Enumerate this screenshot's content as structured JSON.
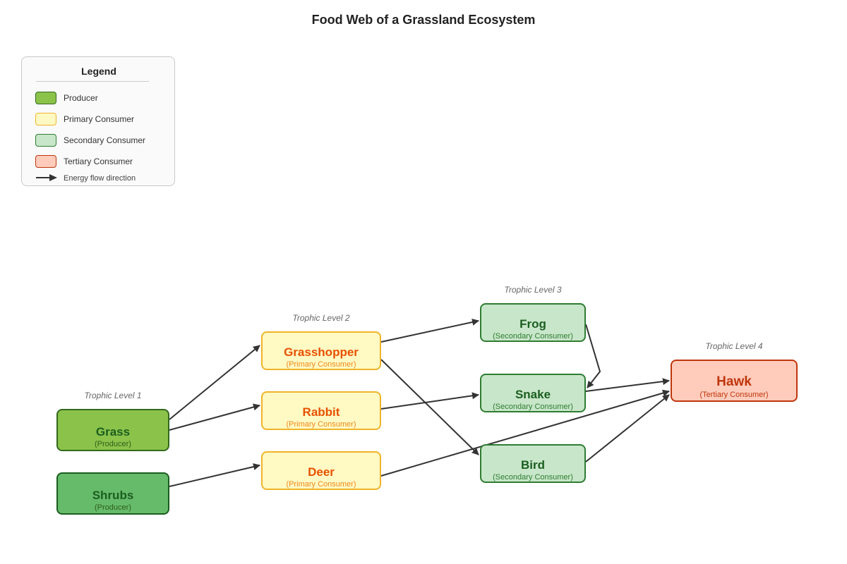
{
  "title": "Food Web of a Grassland Ecosystem",
  "legend": {
    "title": "Legend",
    "items": [
      {
        "label": "Producer",
        "fill": "#8bc34a",
        "stroke": "#33691e"
      },
      {
        "label": "Primary Consumer",
        "fill": "#fff9c4",
        "stroke": "#f0b429"
      },
      {
        "label": "Secondary Consumer",
        "fill": "#c8e6c9",
        "stroke": "#2e7d32"
      },
      {
        "label": "Tertiary Consumer",
        "fill": "#ffccbc",
        "stroke": "#bf360c"
      }
    ],
    "arrow_label": "Energy flow direction"
  },
  "levels": [
    "Trophic Level 1",
    "Trophic Level 2",
    "Trophic Level 3",
    "Trophic Level 4"
  ],
  "nodes": {
    "grass": {
      "name": "Grass",
      "role": "(Producer)",
      "fill": "#8bc34a",
      "stroke": "#33691e",
      "text": "#1b5e20",
      "role_text": "#2e5d1a"
    },
    "shrubs": {
      "name": "Shrubs",
      "role": "(Producer)",
      "fill": "#66bb6a",
      "stroke": "#1b5e20",
      "text": "#1b5e20",
      "role_text": "#2e5d1a"
    },
    "grasshopper": {
      "name": "Grasshopper",
      "role": "(Primary Consumer)",
      "fill": "#fff9c4",
      "stroke": "#f0b429",
      "text": "#e65100",
      "role_text": "#ef8a1a"
    },
    "rabbit": {
      "name": "Rabbit",
      "role": "(Primary Consumer)",
      "fill": "#fff9c4",
      "stroke": "#f0b429",
      "text": "#e65100",
      "role_text": "#ef8a1a"
    },
    "deer": {
      "name": "Deer",
      "role": "(Primary Consumer)",
      "fill": "#fff9c4",
      "stroke": "#f0b429",
      "text": "#e65100",
      "role_text": "#ef8a1a"
    },
    "frog": {
      "name": "Frog",
      "role": "(Secondary Consumer)",
      "fill": "#c8e6c9",
      "stroke": "#2e7d32",
      "text": "#1b5e20",
      "role_text": "#2e7d32"
    },
    "snake": {
      "name": "Snake",
      "role": "(Secondary Consumer)",
      "fill": "#c8e6c9",
      "stroke": "#2e7d32",
      "text": "#1b5e20",
      "role_text": "#2e7d32"
    },
    "bird": {
      "name": "Bird",
      "role": "(Secondary Consumer)",
      "fill": "#c8e6c9",
      "stroke": "#2e7d32",
      "text": "#1b5e20",
      "role_text": "#2e7d32"
    },
    "hawk": {
      "name": "Hawk",
      "role": "(Tertiary Consumer)",
      "fill": "#ffccbc",
      "stroke": "#bf360c",
      "text": "#bf360c",
      "role_text": "#bf360c"
    }
  },
  "edges": [
    {
      "from": "grass",
      "to": "grasshopper"
    },
    {
      "from": "grass",
      "to": "rabbit"
    },
    {
      "from": "shrubs",
      "to": "deer"
    },
    {
      "from": "grasshopper",
      "to": "frog"
    },
    {
      "from": "grasshopper",
      "to": "bird"
    },
    {
      "from": "rabbit",
      "to": "snake"
    },
    {
      "from": "frog",
      "to": "snake"
    },
    {
      "from": "snake",
      "to": "hawk"
    },
    {
      "from": "deer",
      "to": "hawk"
    },
    {
      "from": "bird",
      "to": "hawk"
    }
  ],
  "edge_color": "#333333"
}
